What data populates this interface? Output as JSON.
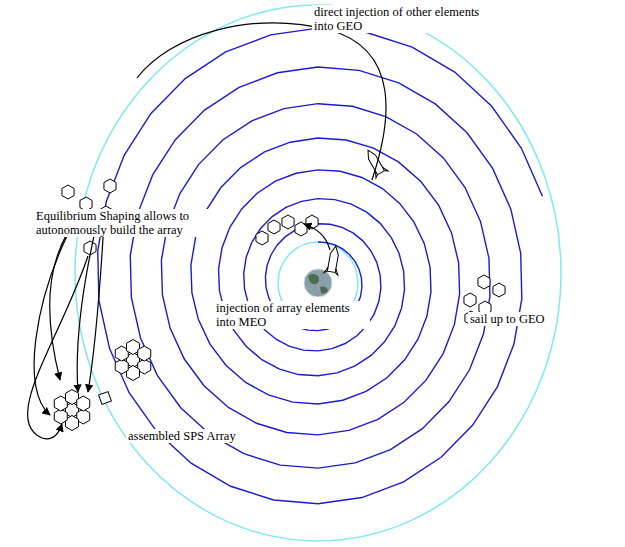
{
  "diagram": {
    "labels": [
      "direct injection of other elements into GEO",
      "Equilibrium Shaping allows to autonomously build the array",
      "injection of array elements into MEO",
      "sail up to GEO",
      "assembled SPS Array"
    ]
  }
}
